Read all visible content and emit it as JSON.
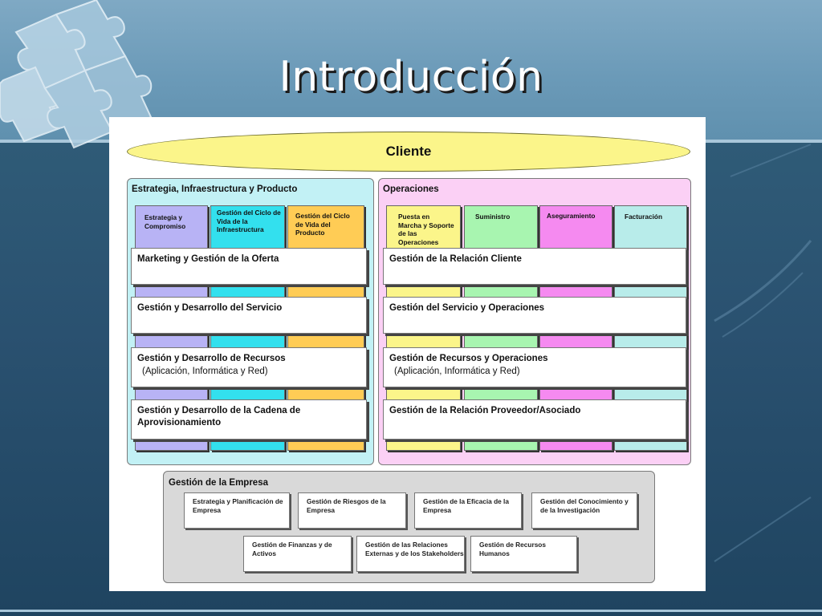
{
  "slide": {
    "title": "Introducción"
  },
  "diagram": {
    "cliente": "Cliente",
    "left_group": {
      "title": "Estrategia, Infraestructura y Producto",
      "columns": [
        {
          "label": "Estrategia y Compromiso",
          "color": "#b8b3f5"
        },
        {
          "label": "Gestión del Ciclo de Vida de la Infraestructura",
          "color": "#33e0ee"
        },
        {
          "label": "Gestión del Ciclo de Vida del Producto",
          "color": "#ffcc55"
        }
      ],
      "rows": [
        {
          "label": "Marketing y Gestión de la Oferta",
          "sub": ""
        },
        {
          "label": "Gestión y Desarrollo del Servicio",
          "sub": ""
        },
        {
          "label": "Gestión y Desarrollo de Recursos",
          "sub": "(Aplicación, Informática y Red)"
        },
        {
          "label": "Gestión y Desarrollo de la Cadena de Aprovisionamiento",
          "sub": ""
        }
      ],
      "background": "#c2f1f5"
    },
    "right_group": {
      "title": "Operaciones",
      "columns": [
        {
          "label": "Puesta en Marcha y Soporte de las Operaciones",
          "color": "#fbf58a"
        },
        {
          "label": "Suministro",
          "color": "#a8f5b0"
        },
        {
          "label": "Aseguramiento",
          "color": "#f58af0"
        },
        {
          "label": "Facturación",
          "color": "#b8ecea"
        }
      ],
      "rows": [
        {
          "label": "Gestión de la Relación Cliente",
          "sub": ""
        },
        {
          "label": "Gestión del Servicio y Operaciones",
          "sub": ""
        },
        {
          "label": "Gestión de Recursos y Operaciones",
          "sub": "(Aplicación, Informática y Red)"
        },
        {
          "label": "Gestión de la Relación Proveedor/Asociado",
          "sub": ""
        }
      ],
      "background": "#fbd0f5"
    },
    "enterprise": {
      "title": "Gestión de la Empresa",
      "boxes_row1": [
        "Estrategia y Planificación de Empresa",
        "Gestión de Riesgos de la Empresa",
        "Gestión de la Eficacia de la Empresa",
        "Gestión del Conocimiento y de la Investigación"
      ],
      "boxes_row2": [
        "Gestión de Finanzas y de Activos",
        "Gestión de las Relaciones Externas y de los Stakeholders",
        "Gestión de Recursos Humanos"
      ],
      "background": "#d9d9d9"
    }
  }
}
